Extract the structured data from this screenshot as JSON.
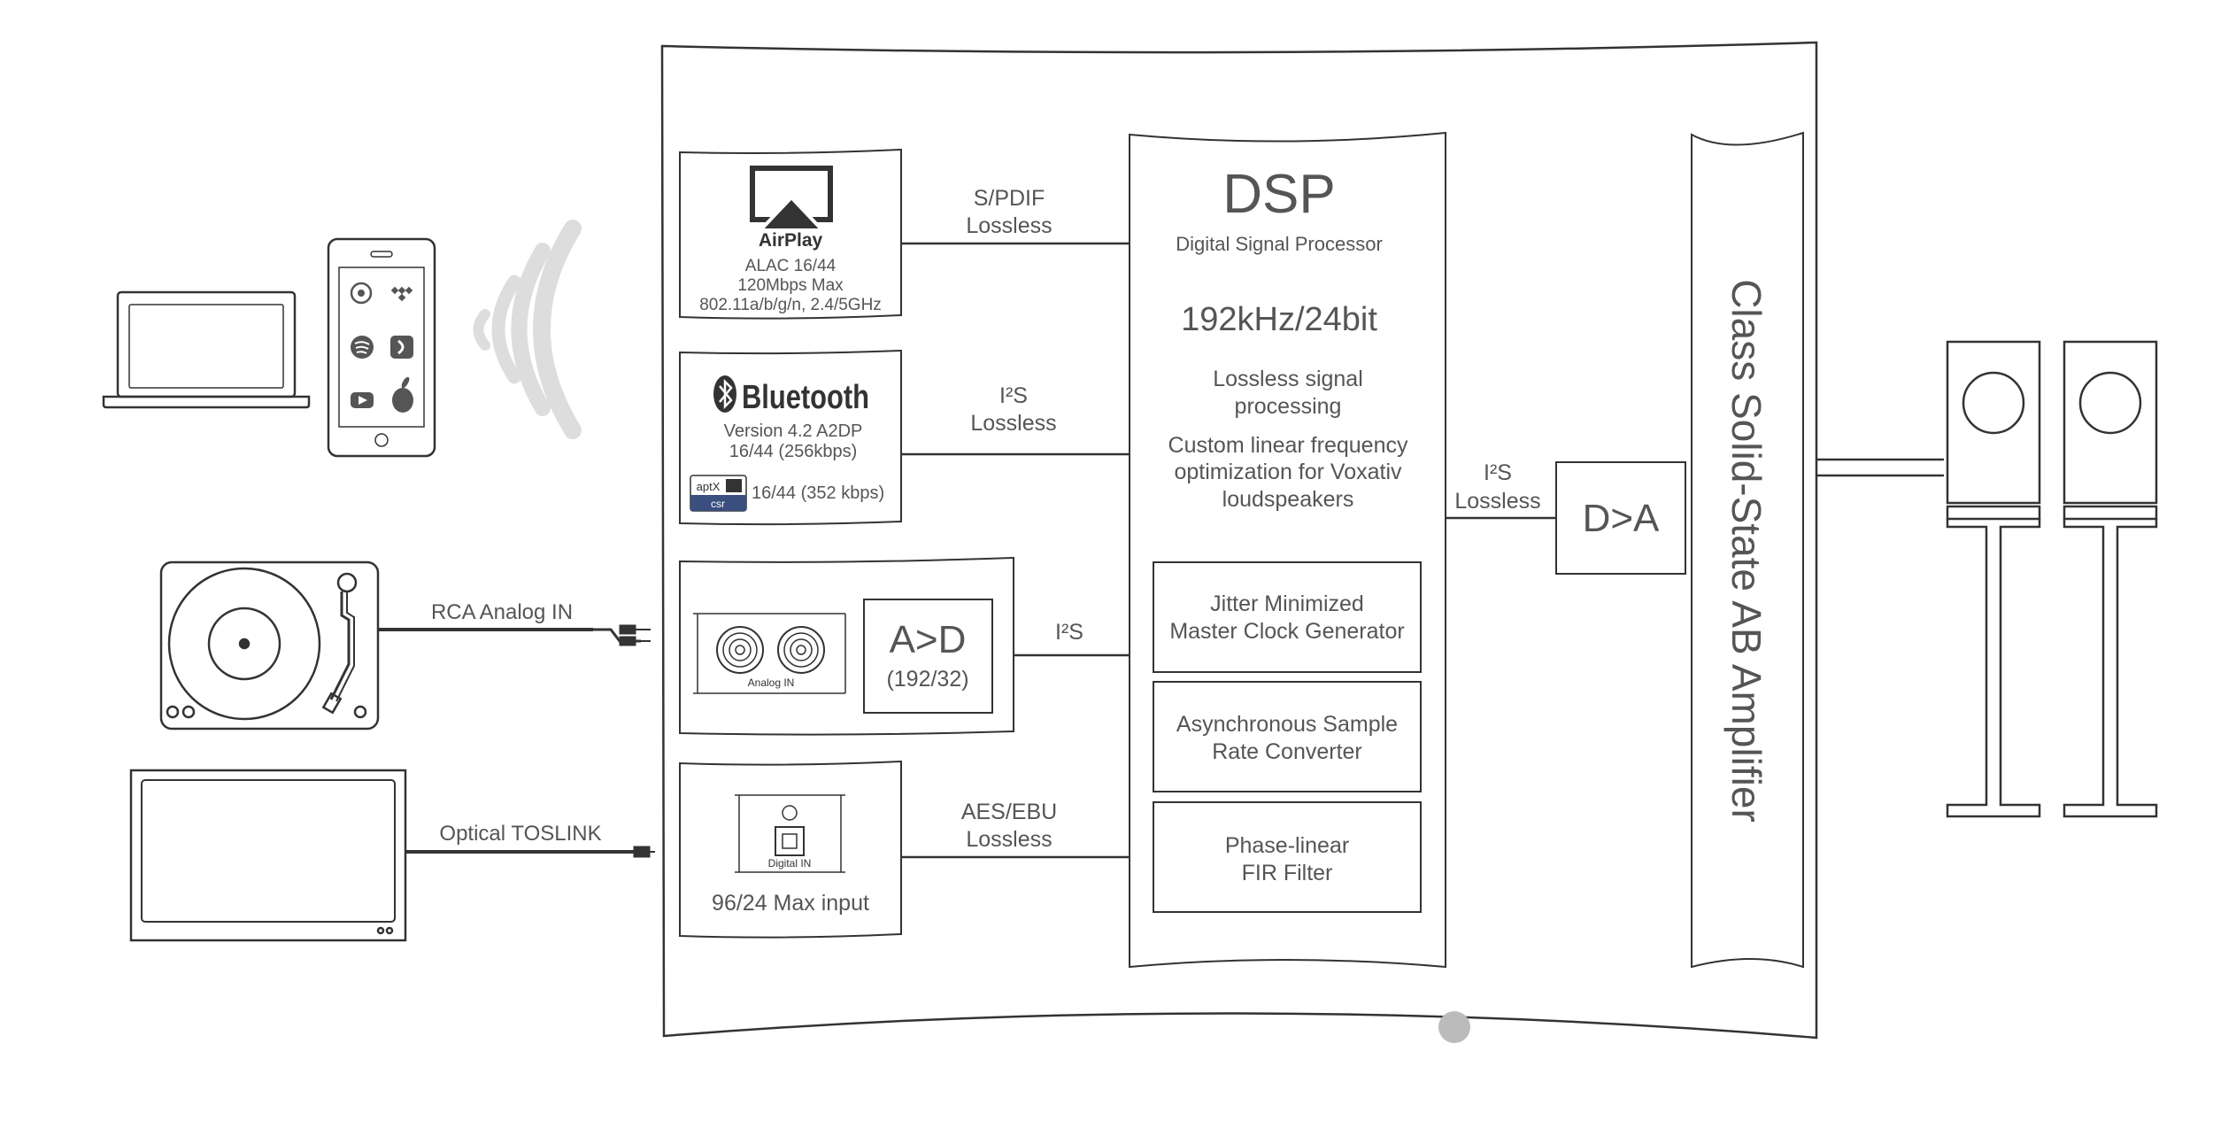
{
  "airplay": {
    "name": "AirPlay",
    "line1": "ALAC 16/44",
    "line2": "120Mbps Max",
    "line3": "802.11a/b/g/n, 2.4/5GHz"
  },
  "bluetooth": {
    "name": "Bluetooth",
    "line1": "Version 4.2 A2DP",
    "line2": "16/44 (256kbps)",
    "aptx_logo_top": "aptX",
    "aptx_logo_bottom": "csr",
    "aptx_text": "16/44 (352 kbps)"
  },
  "analog": {
    "jack_label": "Analog IN",
    "ad_title": "A>D",
    "ad_sub": "(192/32)"
  },
  "digital": {
    "jack_label": "Digital IN",
    "max_input": "96/24 Max input"
  },
  "links": {
    "spdif_1": "S/PDIF",
    "spdif_2": "Lossless",
    "bt_1": "I²S",
    "bt_2": "Lossless",
    "analog_1": "I²S",
    "aes_1": "AES/EBU",
    "aes_2": "Lossless",
    "dsp_out_1": "I²S",
    "dsp_out_2": "Lossless"
  },
  "sources": {
    "rca": "RCA Analog IN",
    "optical": "Optical TOSLINK"
  },
  "dsp": {
    "title": "DSP",
    "subtitle": "Digital Signal Processor",
    "rate": "192kHz/24bit",
    "feature1_a": "Lossless signal",
    "feature1_b": "processing",
    "feature2_a": "Custom linear frequency",
    "feature2_b": "optimization for Voxativ",
    "feature2_c": "loudspeakers",
    "block1_a": "Jitter Minimized",
    "block1_b": "Master Clock Generator",
    "block2_a": "Asynchronous Sample",
    "block2_b": "Rate Converter",
    "block3_a": "Phase-linear",
    "block3_b": "FIR Filter"
  },
  "da": {
    "label": "D>A"
  },
  "amplifier": {
    "label": "Class Solid-State AB Amplifier"
  },
  "colors": {
    "stroke": "#333333",
    "text": "#555555",
    "wifi": "#dddddd",
    "dot": "#bbbbbb"
  },
  "icons": {
    "airplay": "airplay-icon",
    "wifi": "wifi-waves-icon",
    "laptop": "laptop-icon",
    "phone": "smartphone-icon",
    "turntable": "turntable-icon",
    "tv": "television-icon",
    "speaker": "speaker-icon"
  }
}
